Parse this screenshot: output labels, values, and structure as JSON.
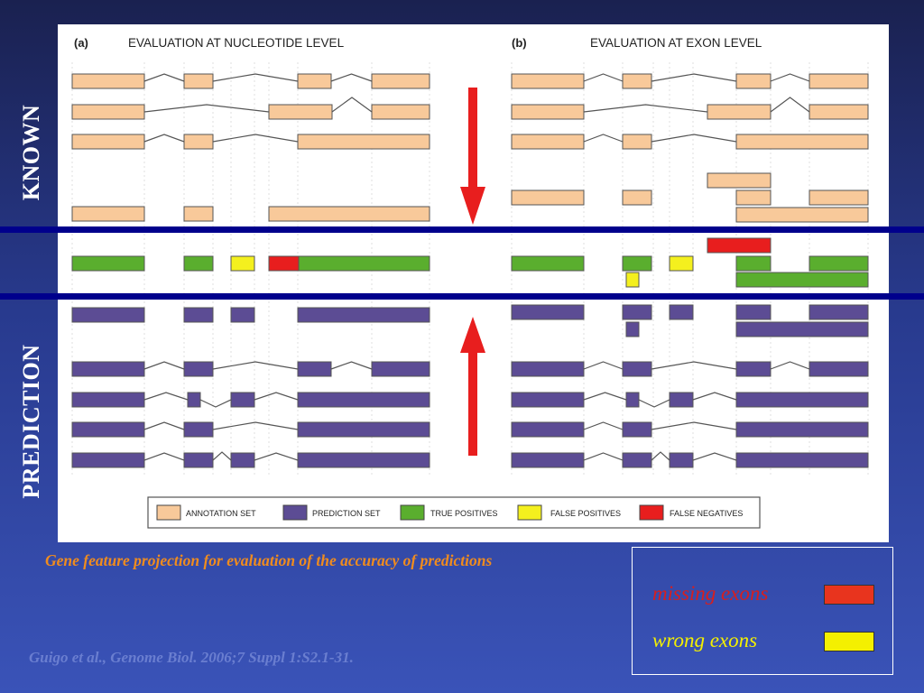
{
  "side_labels": {
    "known": "KNOWN",
    "prediction": "PREDICTION"
  },
  "panels": [
    {
      "letter": "(a)",
      "title": "EVALUATION AT NUCLEOTIDE LEVEL"
    },
    {
      "letter": "(b)",
      "title": "EVALUATION AT EXON LEVEL"
    }
  ],
  "figure_legend": [
    {
      "label": "ANNOTATION SET",
      "color": "#f8c99a"
    },
    {
      "label": "PREDICTION SET",
      "color": "#5c4c94"
    },
    {
      "label": "TRUE POSITIVES",
      "color": "#5aae2e"
    },
    {
      "label": "FALSE POSITIVES",
      "color": "#f4f01e"
    },
    {
      "label": "FALSE NEGATIVES",
      "color": "#e81e1e"
    }
  ],
  "caption": "Gene feature projection for evaluation of the accuracy of predictions",
  "citation": "Guigo et al., Genome Biol. 2006;7 Suppl 1:S2.1-31.",
  "key": [
    {
      "label": "missing exons",
      "color": "#e8341e",
      "text_color": "#d81e1e"
    },
    {
      "label": "wrong exons",
      "color": "#f4f000",
      "text_color": "#f4f000"
    }
  ]
}
